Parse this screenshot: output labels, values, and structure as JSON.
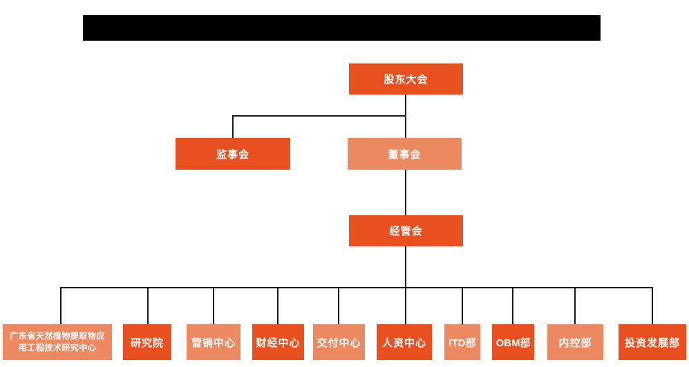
{
  "org_chart": {
    "root": {
      "label": "股东大会"
    },
    "supervisory_board": {
      "label": "监事会"
    },
    "board_of_directors": {
      "label": "董事会"
    },
    "management_committee": {
      "label": "经管会"
    },
    "departments": [
      {
        "label": "广东省天然植物提取物应用工程技术研究中心"
      },
      {
        "label": "研究院"
      },
      {
        "label": "营销中心"
      },
      {
        "label": "财经中心"
      },
      {
        "label": "交付中心"
      },
      {
        "label": "人资中心"
      },
      {
        "label": "ITD部"
      },
      {
        "label": "OBM部"
      },
      {
        "label": "内控部"
      },
      {
        "label": "投资发展部"
      }
    ],
    "colors": {
      "primary": "#e8511f",
      "secondary": "#ee8a61",
      "connector": "#1a1a1a",
      "redacted_bar": "#000000"
    }
  }
}
